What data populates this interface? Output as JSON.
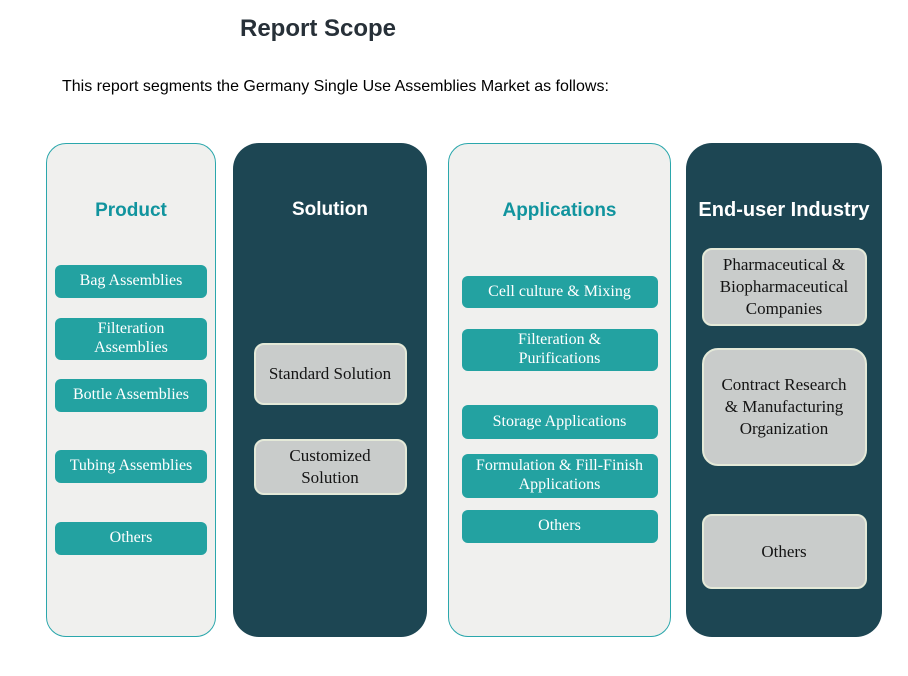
{
  "page": {
    "title": "Report Scope",
    "subtitle": "This report segments the Germany Single Use Assemblies Market as follows:"
  },
  "colors": {
    "teal": "#23a2a1",
    "teal_header": "#11949e",
    "dark_panel": "#1d4653",
    "light_panel": "#f0f0ee",
    "light_panel_border": "#2ba7ac",
    "gray_box": "#c9cccb",
    "gray_box_border": "#e4e9d8",
    "title_color": "#273038"
  },
  "columns": [
    {
      "header": "Product",
      "style": "light",
      "item_style": "teal",
      "items": [
        "Bag Assemblies",
        "Filteration Assemblies",
        "Bottle Assemblies",
        "Tubing Assemblies",
        "Others"
      ]
    },
    {
      "header": "Solution",
      "style": "dark",
      "item_style": "gray",
      "items": [
        "Standard Solution",
        "Customized Solution"
      ]
    },
    {
      "header": "Applications",
      "style": "light",
      "item_style": "teal",
      "items": [
        "Cell culture & Mixing",
        "Filteration & Purifications",
        "Storage Applications",
        "Formulation & Fill-Finish Applications",
        "Others"
      ]
    },
    {
      "header": "End-user Industry",
      "style": "dark",
      "item_style": "gray",
      "items": [
        "Pharmaceutical & Biopharmaceutical Companies",
        "Contract Research & Manufacturing Organization",
        "Others"
      ]
    }
  ]
}
